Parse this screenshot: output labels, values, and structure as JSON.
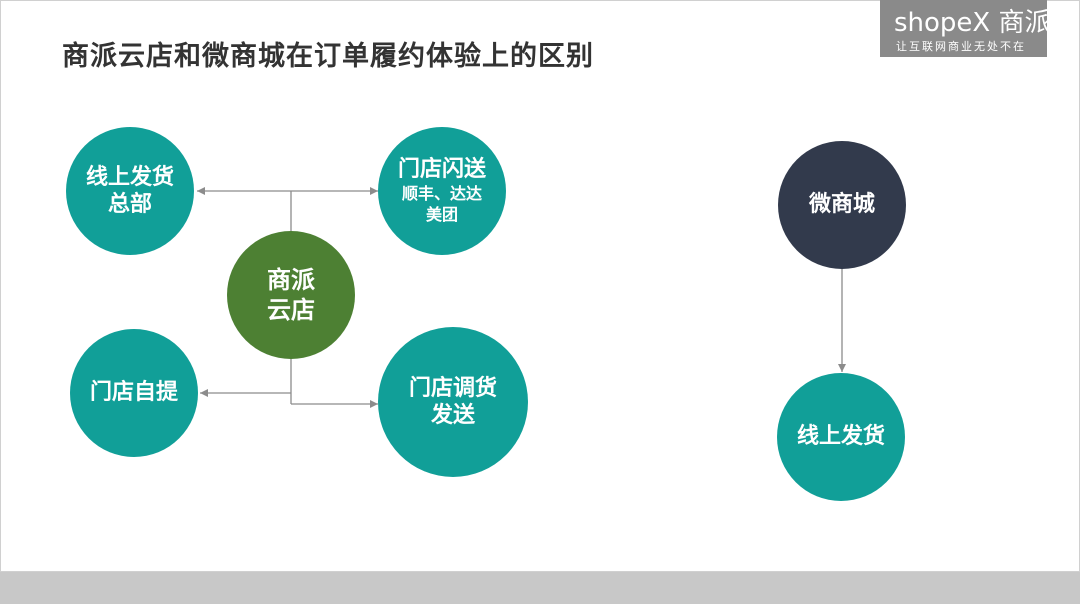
{
  "title": "商派云店和微商城在订单履约体验上的区别",
  "logo": {
    "brand": "shopeX 商派",
    "tagline": "让互联网商业无处不在"
  },
  "diagram": {
    "hub": {
      "line1": "商派",
      "line2": "云店"
    },
    "online_hq": {
      "line1": "线上发货",
      "line2": "总部"
    },
    "flash_delivery": {
      "line1": "门店闪送",
      "line2": "顺丰、达达",
      "line3": "美团"
    },
    "self_pickup": {
      "line1": "门店自提"
    },
    "transfer_ship": {
      "line1": "门店调货",
      "line2": "发送"
    },
    "microstore": {
      "line1": "微商城"
    },
    "online_ship": {
      "line1": "线上发货"
    }
  },
  "colors": {
    "teal": "#119f98",
    "green": "#4d8033",
    "dark": "#323a4c",
    "connector": "#8c8c8c"
  }
}
